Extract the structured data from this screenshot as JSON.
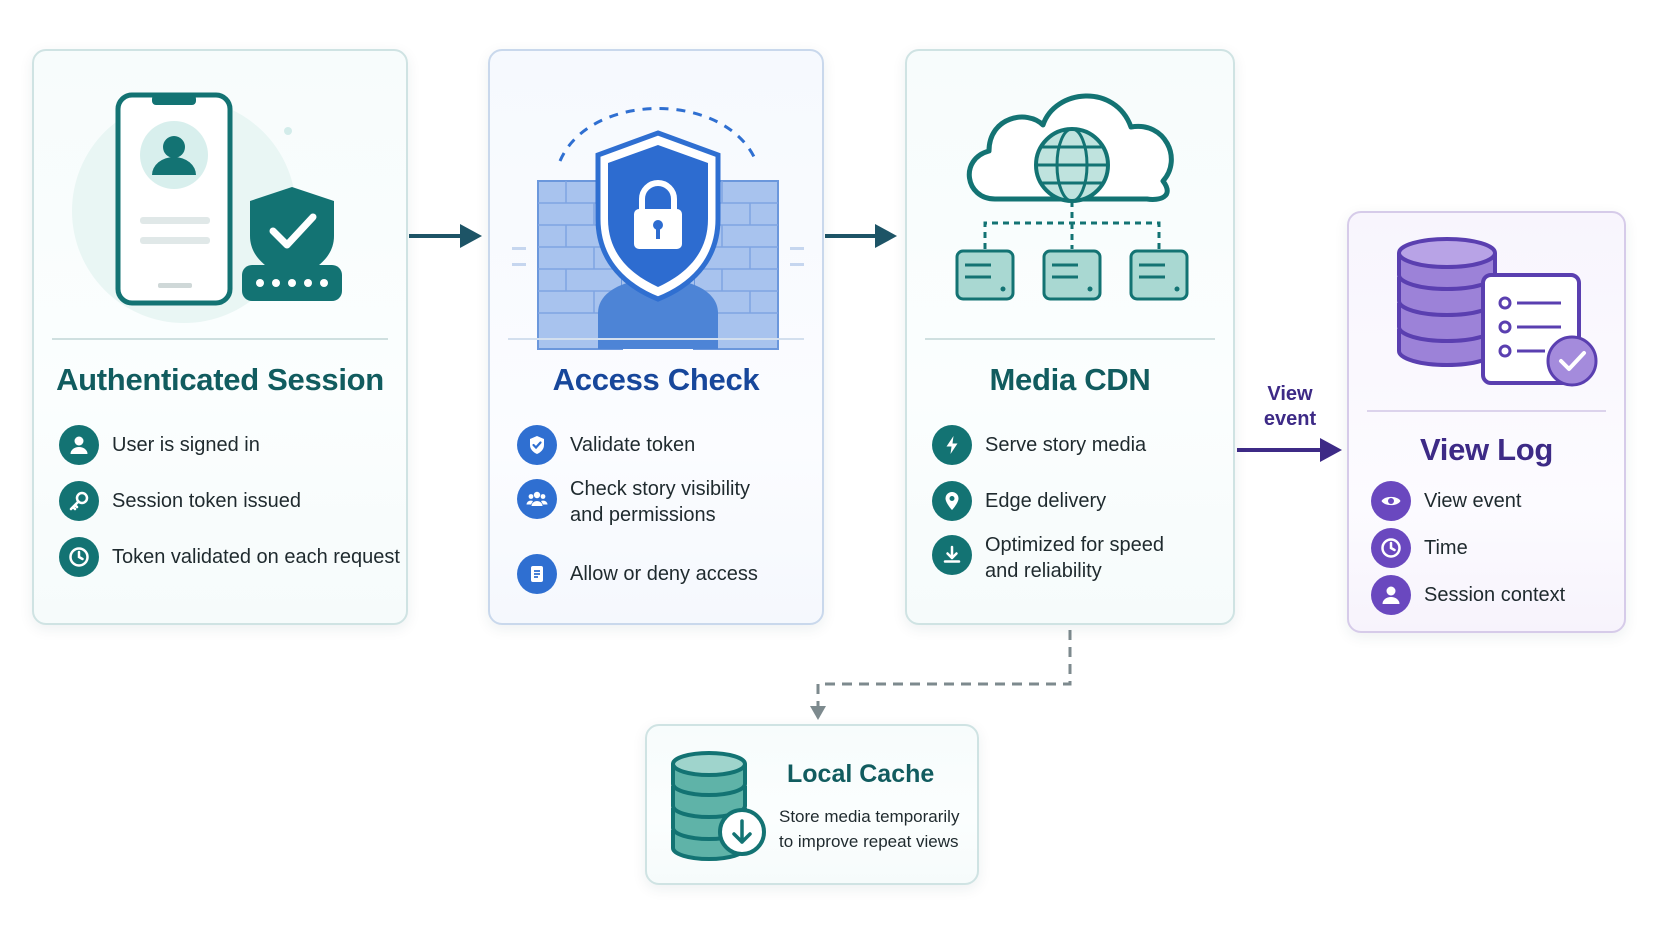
{
  "cards": [
    {
      "title": "Authenticated Session",
      "items": [
        "User is signed in",
        "Session token issued",
        "Token validated on each request"
      ],
      "icons": [
        "user-icon",
        "key-icon",
        "clock-icon"
      ]
    },
    {
      "title": "Access Check",
      "items": [
        "Validate token",
        "Check story visibility and permissions",
        "Allow or deny access"
      ],
      "icons": [
        "shield-check-icon",
        "group-icon",
        "document-icon"
      ]
    },
    {
      "title": "Media CDN",
      "items": [
        "Serve story media",
        "Edge delivery",
        "Optimized for speed and reliability"
      ],
      "icons": [
        "lightning-icon",
        "location-pin-icon",
        "download-icon"
      ]
    },
    {
      "title": "View Log",
      "items": [
        "View event",
        "Time",
        "Session context"
      ],
      "icons": [
        "eye-icon",
        "clock-icon",
        "user-icon"
      ]
    }
  ],
  "arrow_label": "View event",
  "cache": {
    "title": "Local Cache",
    "description": "Store media temporarily to improve repeat views"
  },
  "colors": {
    "teal": "#137373",
    "blue": "#2f6fd1",
    "purple": "#6a48bf",
    "navy_arrow": "#1d5466",
    "purple_arrow": "#3d2a86"
  }
}
